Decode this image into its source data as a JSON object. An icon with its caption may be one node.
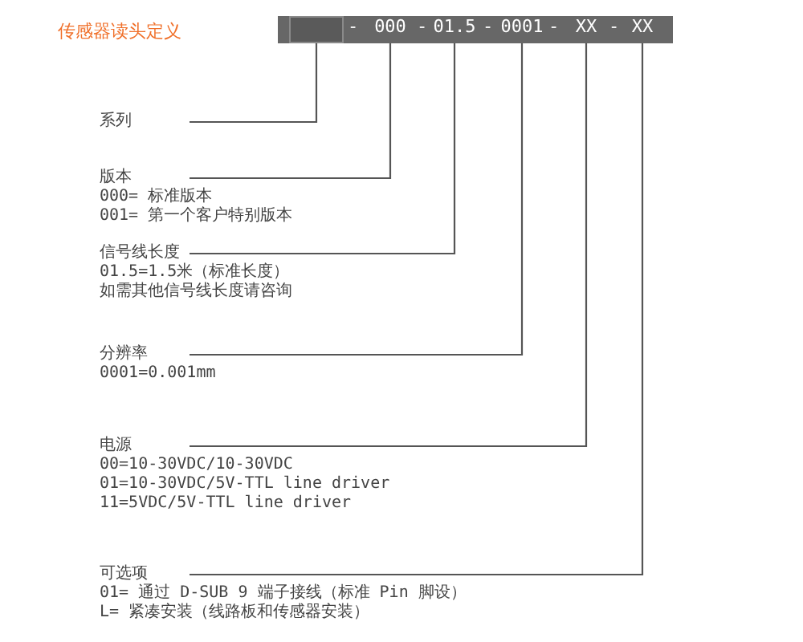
{
  "diagram": {
    "title": "传感器读头定义",
    "nodes": [
      {
        "text": [],
        "shape": "bar"
      },
      {
        "text": [],
        "shape": "box",
        "in": 0
      },
      {
        "text": [
          "000"
        ],
        "in": 0
      },
      {
        "text": [
          "01.5"
        ],
        "in": 0
      },
      {
        "text": [
          "0001"
        ],
        "in": 0
      },
      {
        "text": [
          "XX"
        ],
        "in": 0
      },
      {
        "text": [
          "XX"
        ],
        "in": 0
      },
      {
        "text": [
          "系列"
        ]
      },
      {
        "text": [
          "版本"
        ],
        "beside": [
          "000= 标准版本",
          "001= 第一个客户特别版本"
        ]
      },
      {
        "text": [
          "信号线长度"
        ],
        "beside": [
          "01.5=1.5米（标准长度）",
          "如需其他信号线长度请咨询"
        ]
      },
      {
        "text": [
          "分辨率"
        ],
        "beside": [
          "0001=0.001mm"
        ]
      },
      {
        "text": [
          "电源"
        ],
        "beside": [
          "00=10-30VDC/10-30VDC",
          "01=10-30VDC/5V-TTL line driver",
          "11=5VDC/5V-TTL line driver"
        ]
      },
      {
        "text": [
          "可选项"
        ],
        "beside": [
          "01= 通过 D-SUB 9 端子接线（标准 Pin 脚设）",
          "L= 紧凑安装（线路板和传感器安装）"
        ]
      }
    ],
    "edges": [
      {
        "from": 1,
        "to": 7,
        "arrow": "none"
      },
      {
        "from": 2,
        "to": 8,
        "arrow": "none"
      },
      {
        "from": 3,
        "to": 9,
        "arrow": "none"
      },
      {
        "from": 4,
        "to": 10,
        "arrow": "none"
      },
      {
        "from": 5,
        "to": 11,
        "arrow": "none"
      },
      {
        "from": 6,
        "to": 12,
        "arrow": "none"
      }
    ],
    "labels": [
      "-",
      "-",
      "-",
      "-",
      "-"
    ]
  }
}
